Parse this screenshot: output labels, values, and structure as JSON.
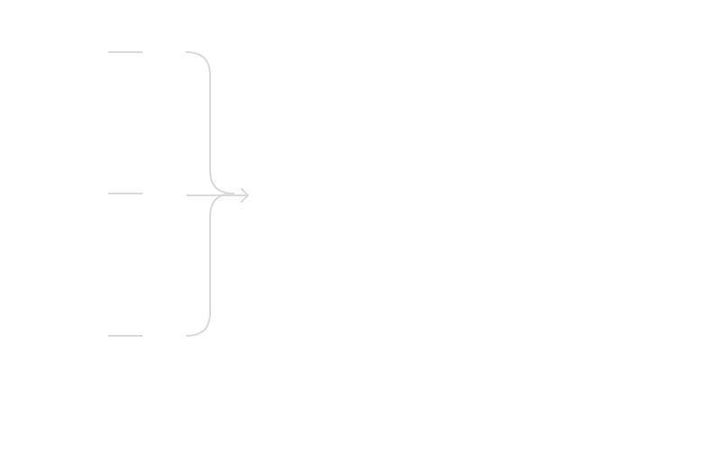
{
  "diagram": {
    "type": "converging-flow",
    "inputs": [
      {
        "id": "input-top",
        "label": ""
      },
      {
        "id": "input-middle",
        "label": ""
      },
      {
        "id": "input-bottom",
        "label": ""
      }
    ],
    "output": {
      "id": "merged-output",
      "label": ""
    },
    "connector_shape": "curly-brace",
    "arrow_direction": "right",
    "colors": {
      "background": "#ffffff",
      "line": "#d9d9d9"
    }
  }
}
